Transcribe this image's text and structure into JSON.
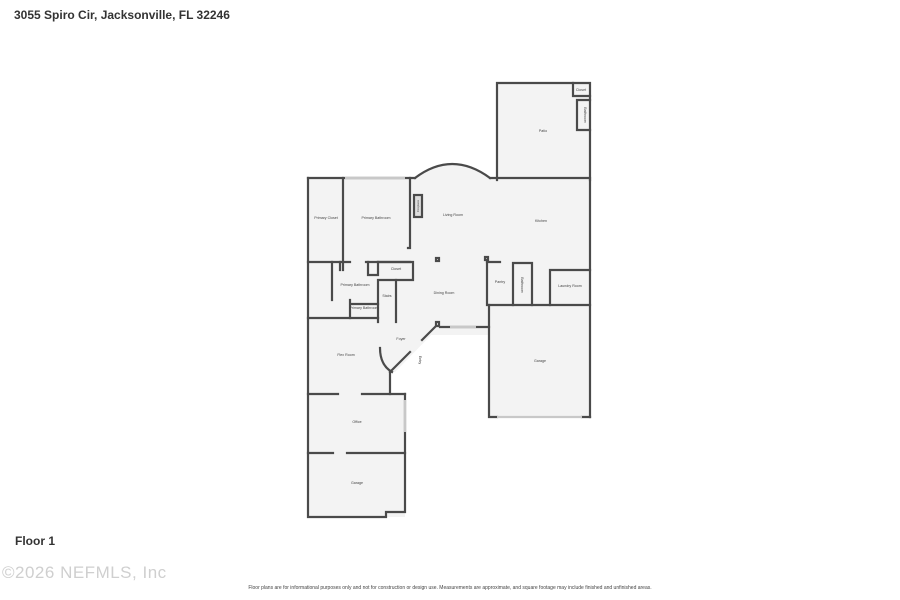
{
  "header": {
    "address": "3055 Spiro Cir, Jacksonville, FL 32246"
  },
  "floor_label": "Floor 1",
  "watermark": "©2026 NEFMLS, Inc",
  "disclaimer": "Floor plans are for informational purposes only and not for construction or design use. Measurements are approximate, and square footage may include finished and unfinished areas.",
  "rooms": {
    "patio": "Patio",
    "closet_patio": "Closet",
    "bathroom_patio": "Bathroom",
    "primary_closet": "Primary Closet",
    "primary_bathroom": "Primary Bathroom",
    "fireplace": "Fireplace",
    "living_room": "Living Room",
    "kitchen": "Kitchen",
    "closet": "Closet",
    "primary_bathroom_2": "Primary Bathroom",
    "primary_bathroom_3": "Primary Bathroom",
    "stairs": "Stairs",
    "dining_room": "Dining Room",
    "pantry": "Pantry",
    "bathroom": "Bathroom",
    "laundry_room": "Laundry Room",
    "flex_room": "Flex Room",
    "foyer": "Foyer",
    "entry": "Entry",
    "garage_right": "Garage",
    "office": "Office",
    "garage_left": "Garage"
  }
}
